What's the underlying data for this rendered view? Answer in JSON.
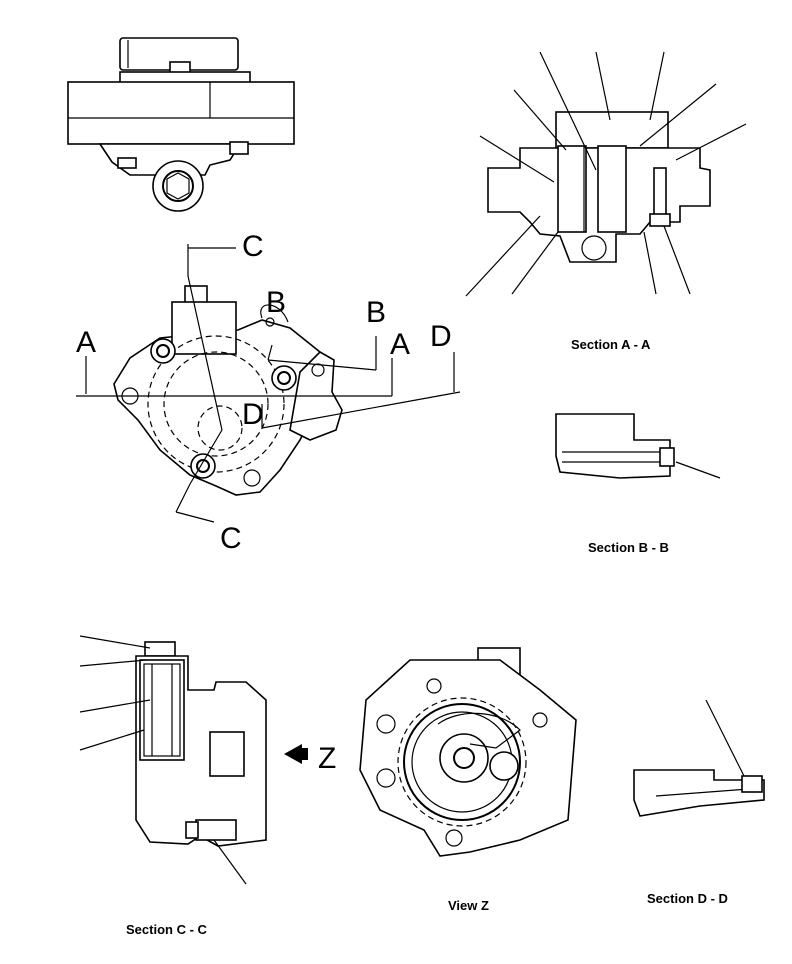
{
  "captions": {
    "section_aa": "Section A - A",
    "section_bb": "Section B - B",
    "section_cc": "Section C - C",
    "view_z": "View Z",
    "section_dd": "Section D - D"
  },
  "markers": {
    "a": "A",
    "b": "B",
    "c": "C",
    "d": "D",
    "z": "Z"
  }
}
